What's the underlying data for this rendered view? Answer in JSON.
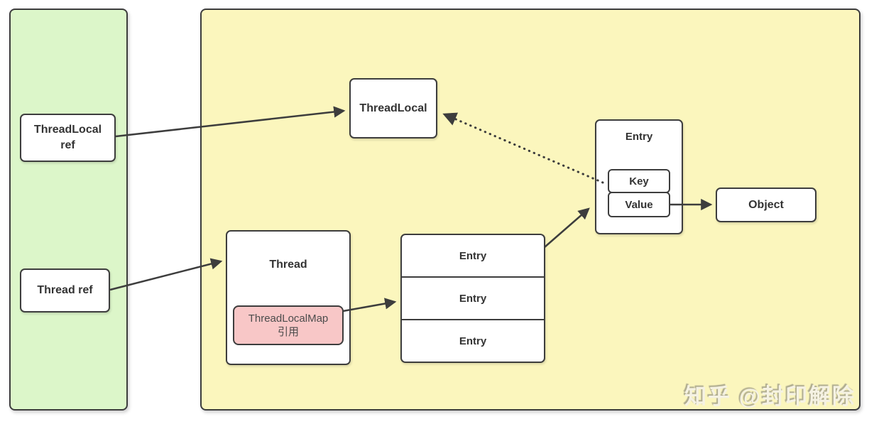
{
  "diagram": {
    "stack": {
      "threadlocal_ref_label": "ThreadLocal ref",
      "thread_ref_label": "Thread ref"
    },
    "heap": {
      "threadlocal_label": "ThreadLocal",
      "thread_label": "Thread",
      "threadlocalmap_label_line1": "ThreadLocalMap",
      "threadlocalmap_label_line2": "引用",
      "entry_rows": [
        "Entry",
        "Entry",
        "Entry"
      ],
      "entry_box_title": "Entry",
      "key_label": "Key",
      "value_label": "Value",
      "object_label": "Object"
    },
    "watermark": "知乎 @封印解除"
  },
  "colors": {
    "stack_bg": "#dcf6c9",
    "heap_bg": "#fbf6bd",
    "node_bg": "#ffffff",
    "map_ref_bg": "#f8c7c7",
    "border": "#3d3d3d",
    "arrow": "#3d3d3d",
    "text": "#333333",
    "map_ref_text": "#4c4c4c",
    "watermark_text": "#f5f2e3"
  }
}
